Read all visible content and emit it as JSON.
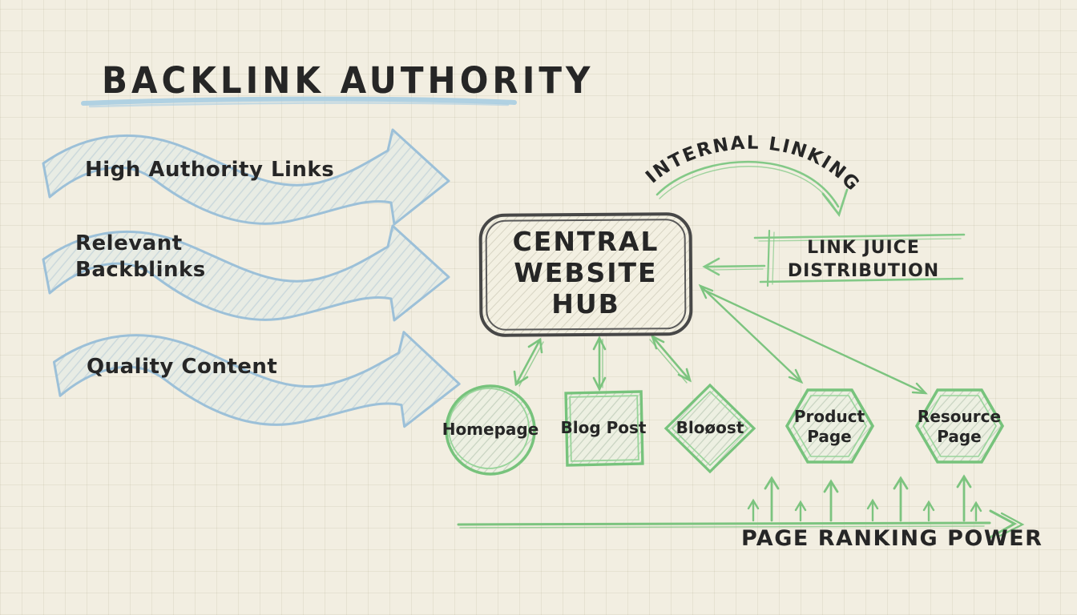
{
  "title": {
    "text": "BACKLINK AUTHORITY"
  },
  "inputs": [
    {
      "label": "High Authority Links"
    },
    {
      "label": "Relevant\nBackblinks"
    },
    {
      "label": "Quality Content"
    }
  ],
  "hub": {
    "label": "CENTRAL\nWEBSITE\nHUB"
  },
  "internal_linking": {
    "label": "INTERNAL LINKING"
  },
  "link_juice": {
    "label": "LINK JUICE\nDISTRIBUTION"
  },
  "pages": [
    {
      "label": "Homepage",
      "shape": "circle"
    },
    {
      "label": "Blog Post",
      "shape": "square"
    },
    {
      "label": "Bloøost",
      "shape": "diamond"
    },
    {
      "label": "Product\nPage",
      "shape": "hexagon"
    },
    {
      "label": "Resource\nPage",
      "shape": "hexagon"
    }
  ],
  "axis": {
    "label": "PAGE RANKING POWER"
  },
  "colors": {
    "paper": "#f2eee1",
    "grid": "#e0dac8",
    "blue_stroke": "#9cc0d8",
    "underline_blue": "#a9cde2",
    "green": "#7cc47f",
    "green_light": "#98d49a",
    "ink": "#262626",
    "hub_stroke": "#474747"
  }
}
